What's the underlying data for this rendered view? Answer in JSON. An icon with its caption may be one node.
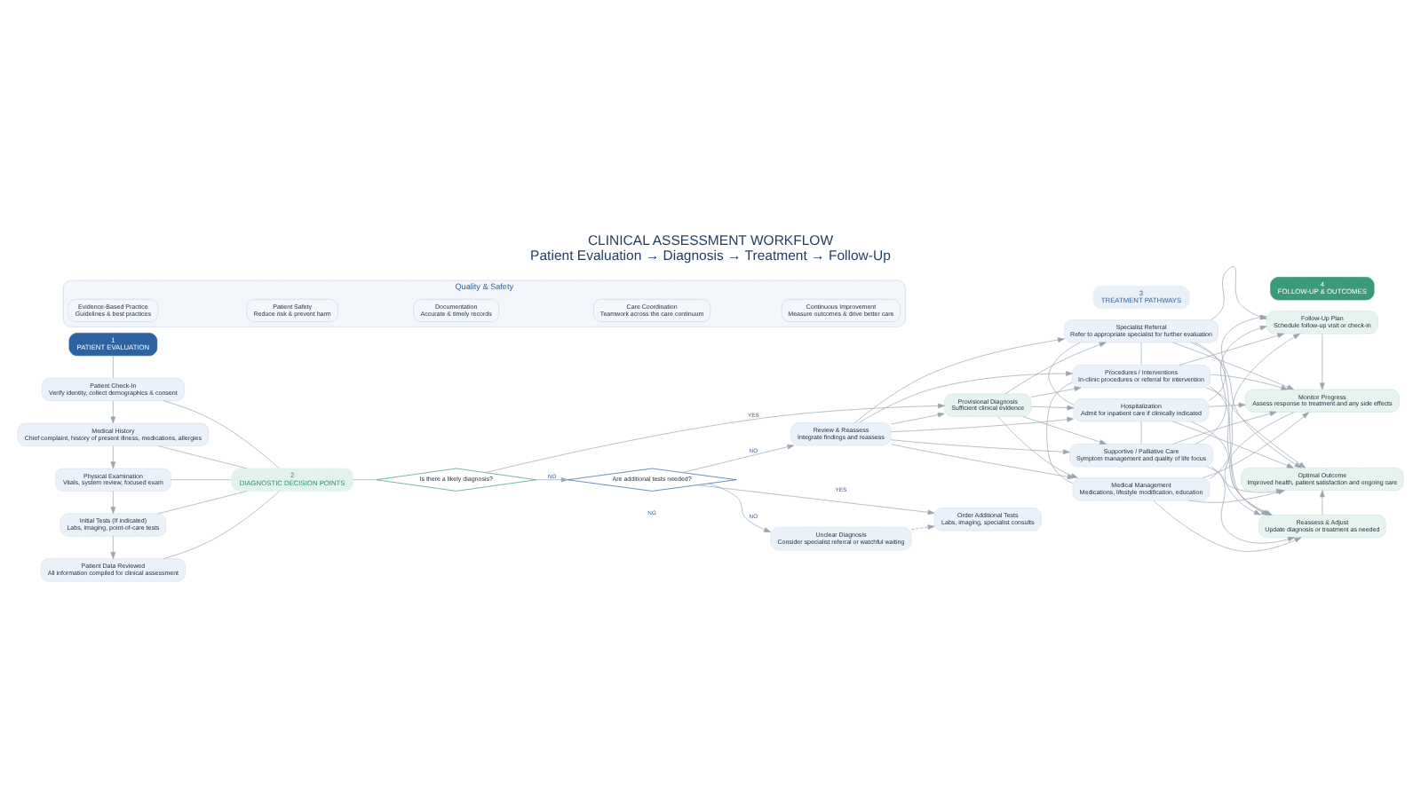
{
  "diagram": {
    "title": "CLINICAL ASSESSMENT WORKFLOW",
    "caption": "Patient Evaluation → Diagnosis → Treatment → Follow-Up",
    "nodes": [
      {
        "text": [
          "1",
          "PATIENT EVALUATION"
        ]
      },
      {
        "text": [
          "Patient Check-In",
          "Verify identity, collect demographics & consent"
        ]
      },
      {
        "text": [
          "Medical History",
          "Chief complaint, history of present illness, medications, allergies"
        ]
      },
      {
        "text": [
          "Physical Examination",
          "Vitals, system review, focused exam"
        ]
      },
      {
        "text": [
          "Initial Tests (If indicated)",
          "Labs, imaging, point-of-care tests"
        ]
      },
      {
        "text": [
          "Patient Data Reviewed",
          "All information compiled for clinical assessment"
        ]
      },
      {
        "text": [
          "2",
          "DIAGNOSTIC DECISION POINTS"
        ]
      },
      {
        "text": [
          "Is there a likely diagnosis?"
        ]
      },
      {
        "text": [
          "Provisional Diagnosis",
          "Sufficient clinical evidence"
        ]
      },
      {
        "text": [
          "Order Additional Tests",
          "Labs, imaging, specialist consults"
        ]
      },
      {
        "text": [
          "Are additional tests needed?"
        ]
      },
      {
        "text": [
          "Review & Reassess",
          "Integrate findings and reassess"
        ]
      },
      {
        "text": [
          "Unclear Diagnosis",
          "Consider specialist referral or watchful waiting"
        ]
      },
      {
        "text": [
          "3",
          "TREATMENT PATHWAYS"
        ]
      },
      {
        "text": [
          "Medical Management",
          "Medications, lifestyle modification, education"
        ]
      },
      {
        "text": [
          "Procedures / Interventions",
          "In-clinic procedures or referral for intervention"
        ]
      },
      {
        "text": [
          "Specialist Referral",
          "Refer to appropriate specialist for further evaluation"
        ]
      },
      {
        "text": [
          "Hospitalization",
          "Admit for inpatient care if clinically indicated"
        ]
      },
      {
        "text": [
          "Supportive / Palliative Care",
          "Symptom management and quality of life focus"
        ]
      },
      {
        "text": [
          "4",
          "FOLLOW-UP & OUTCOMES"
        ]
      },
      {
        "text": [
          "Follow-Up Plan",
          "Schedule follow-up visit or check-in"
        ]
      },
      {
        "text": [
          "Monitor Progress",
          "Assess response to treatment and any side effects"
        ]
      },
      {
        "text": [
          "Reassess & Adjust",
          "Update diagnosis or treatment as needed"
        ]
      },
      {
        "text": [
          "Optimal Outcome",
          "Improved health, patient satisfaction and ongoing care"
        ]
      },
      {
        "text": [
          "Quality & Safety"
        ]
      },
      {
        "text": [
          "Evidence-Based Practice",
          "Guidelines & best practices"
        ],
        "in": 24
      },
      {
        "text": [
          "Patient Safety",
          "Reduce risk & prevent harm"
        ],
        "in": 24
      },
      {
        "text": [
          "Documentation",
          "Accurate & timely records"
        ],
        "in": 24
      },
      {
        "text": [
          "Care Coordination",
          "Teamwork across the care continuum"
        ],
        "in": 24
      },
      {
        "text": [
          "Continuous Improvement",
          "Measure outcomes & drive better care"
        ],
        "in": 24
      }
    ],
    "edges": [
      {
        "from": 0,
        "to": 1,
        "arrow": "none"
      },
      {
        "from": 1,
        "to": 2,
        "arrow": "to"
      },
      {
        "from": 2,
        "to": 3,
        "arrow": "to"
      },
      {
        "from": 3,
        "to": 4,
        "arrow": "to"
      },
      {
        "from": 4,
        "to": 5,
        "arrow": "to"
      },
      {
        "from": 1,
        "to": 6,
        "arrow": "none"
      },
      {
        "from": 2,
        "to": 6,
        "arrow": "none"
      },
      {
        "from": 3,
        "to": 6,
        "arrow": "none"
      },
      {
        "from": 4,
        "to": 6,
        "arrow": "none"
      },
      {
        "from": 5,
        "to": 6,
        "arrow": "none"
      },
      {
        "from": 6,
        "to": 7,
        "arrow": "none"
      },
      {
        "from": 7,
        "to": 8,
        "arrow": "to",
        "label": "YES"
      },
      {
        "from": 7,
        "to": 10,
        "arrow": "to",
        "label": "NO"
      },
      {
        "from": 10,
        "to": 9,
        "arrow": "to",
        "label": "YES"
      },
      {
        "from": 10,
        "to": 11,
        "arrow": "to",
        "label": "NO"
      },
      {
        "from": 10,
        "to": 12,
        "arrow": "to",
        "label": "NO"
      },
      {
        "from": 12,
        "to": 9,
        "arrow": "to",
        "style": "dashed"
      },
      {
        "from": 11,
        "to": 8,
        "arrow": "to"
      },
      {
        "from": 8,
        "to": 14,
        "arrow": "to"
      },
      {
        "from": 8,
        "to": 15,
        "arrow": "to"
      },
      {
        "from": 8,
        "to": 16,
        "arrow": "to"
      },
      {
        "from": 8,
        "to": 17,
        "arrow": "to"
      },
      {
        "from": 8,
        "to": 18,
        "arrow": "to"
      },
      {
        "from": 11,
        "to": 14,
        "arrow": "to"
      },
      {
        "from": 11,
        "to": 15,
        "arrow": "to"
      },
      {
        "from": 11,
        "to": 16,
        "arrow": "to"
      },
      {
        "from": 11,
        "to": 17,
        "arrow": "to"
      },
      {
        "from": 11,
        "to": 18,
        "arrow": "to"
      },
      {
        "from": 14,
        "to": 15,
        "arrow": "none"
      },
      {
        "from": 15,
        "to": 16,
        "arrow": "none"
      },
      {
        "from": 16,
        "to": 17,
        "arrow": "none"
      },
      {
        "from": 17,
        "to": 18,
        "arrow": "none"
      },
      {
        "from": 14,
        "to": 20,
        "arrow": "to"
      },
      {
        "from": 14,
        "to": 21,
        "arrow": "to"
      },
      {
        "from": 14,
        "to": 22,
        "arrow": "to"
      },
      {
        "from": 14,
        "to": 23,
        "arrow": "to"
      },
      {
        "from": 15,
        "to": 20,
        "arrow": "to"
      },
      {
        "from": 15,
        "to": 21,
        "arrow": "to"
      },
      {
        "from": 15,
        "to": 22,
        "arrow": "to"
      },
      {
        "from": 15,
        "to": 23,
        "arrow": "to"
      },
      {
        "from": 16,
        "to": 20,
        "arrow": "to"
      },
      {
        "from": 16,
        "to": 21,
        "arrow": "to"
      },
      {
        "from": 16,
        "to": 22,
        "arrow": "to"
      },
      {
        "from": 16,
        "to": 23,
        "arrow": "to"
      },
      {
        "from": 17,
        "to": 20,
        "arrow": "to"
      },
      {
        "from": 17,
        "to": 21,
        "arrow": "to"
      },
      {
        "from": 17,
        "to": 22,
        "arrow": "to"
      },
      {
        "from": 17,
        "to": 23,
        "arrow": "to"
      },
      {
        "from": 18,
        "to": 20,
        "arrow": "to"
      },
      {
        "from": 18,
        "to": 21,
        "arrow": "to"
      },
      {
        "from": 18,
        "to": 22,
        "arrow": "to"
      },
      {
        "from": 18,
        "to": 23,
        "arrow": "to"
      },
      {
        "from": 20,
        "to": 21,
        "arrow": "to"
      },
      {
        "from": 21,
        "to": 22,
        "arrow": "to"
      },
      {
        "from": 22,
        "to": 23,
        "arrow": "to"
      }
    ],
    "labels": [
      "NG"
    ]
  }
}
